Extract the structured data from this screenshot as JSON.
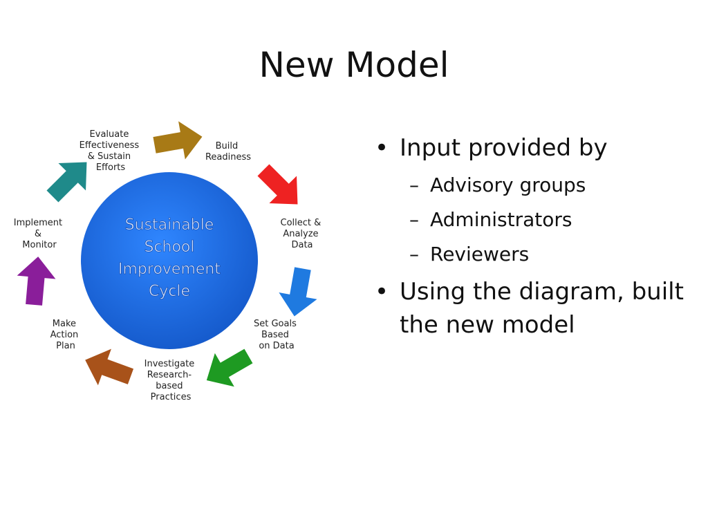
{
  "slide": {
    "title": "New Model"
  },
  "diagram": {
    "center_lines": [
      "Sustainable",
      "School",
      "Improvement",
      "Cycle"
    ],
    "steps": [
      {
        "lines": [
          "Build",
          "Readiness"
        ],
        "color": "#a87a16"
      },
      {
        "lines": [
          "Collect &",
          "Analyze",
          "Data"
        ],
        "color": "#ee2222"
      },
      {
        "lines": [
          "Set Goals",
          "Based",
          "on Data"
        ],
        "color": "#1f7ae0"
      },
      {
        "lines": [
          "Investigate",
          "Research-",
          "based",
          "Practices"
        ],
        "color": "#1e9a22"
      },
      {
        "lines": [
          "Make",
          "Action",
          "Plan"
        ],
        "color": "#a8521a"
      },
      {
        "lines": [
          "Implement",
          "&",
          "Monitor"
        ],
        "color": "#8a1e9a"
      },
      {
        "lines": [
          "Evaluate",
          "Effectiveness",
          "& Sustain",
          "Efforts"
        ],
        "color": "#1f8a8a"
      }
    ],
    "center_color": "#1a6ee6"
  },
  "bullets": [
    {
      "text": "Input provided by",
      "subs": [
        "Advisory groups",
        "Administrators",
        "Reviewers"
      ]
    },
    {
      "text": "Using the diagram, built the new model",
      "subs": []
    }
  ]
}
